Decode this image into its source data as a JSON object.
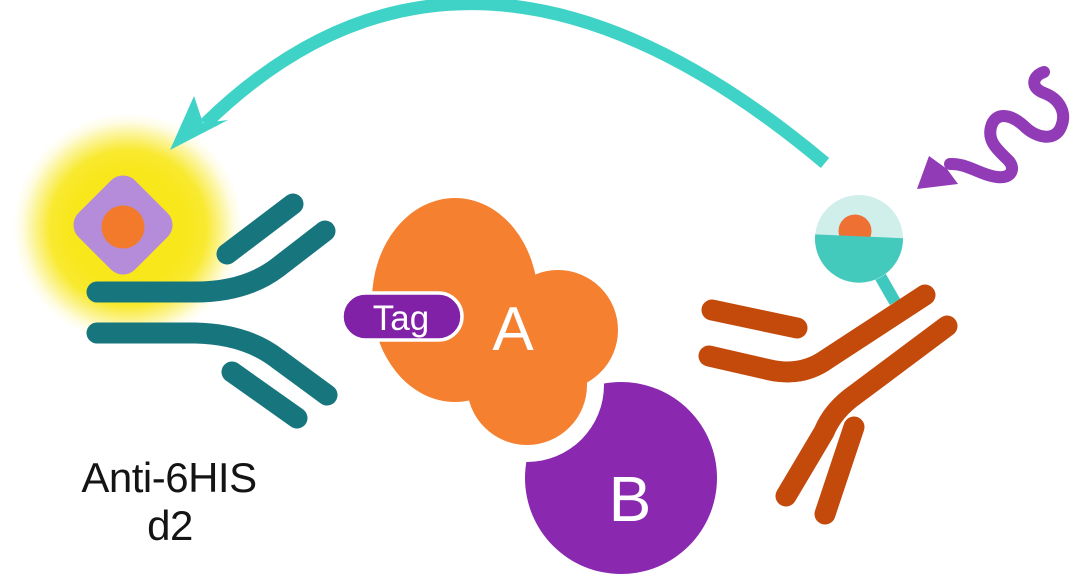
{
  "diagram": {
    "description": "FRET assay scheme: donor antibody transfers energy to Anti-6HIS d2 acceptor antibody bound via Tag to protein A interacting with protein B",
    "labels": {
      "acceptor_line1": "Anti-6HIS",
      "acceptor_line2": "d2",
      "tag": "Tag",
      "protein_a": "A",
      "protein_b": "B"
    },
    "colors": {
      "teal_antibody": "#17767d",
      "rust_antibody": "#c44a0c",
      "arc_teal": "#3ed3c6",
      "squiggle_purple": "#923bb7",
      "purple_b": "#8a28b0",
      "tag_pill": "#8021a8",
      "lavender_diamond": "#b58cd9",
      "orange_blob": "#f58030",
      "orange_dot": "#f47a2b",
      "orange_sun": "#ee7032",
      "yellow_glow": "#f8e71a",
      "lollipop_pale": "#d0eeea",
      "lollipop_fill": "#44c9bd",
      "lollipop_stem": "#3fc9be",
      "text": "#141414",
      "white": "#ffffff"
    }
  }
}
